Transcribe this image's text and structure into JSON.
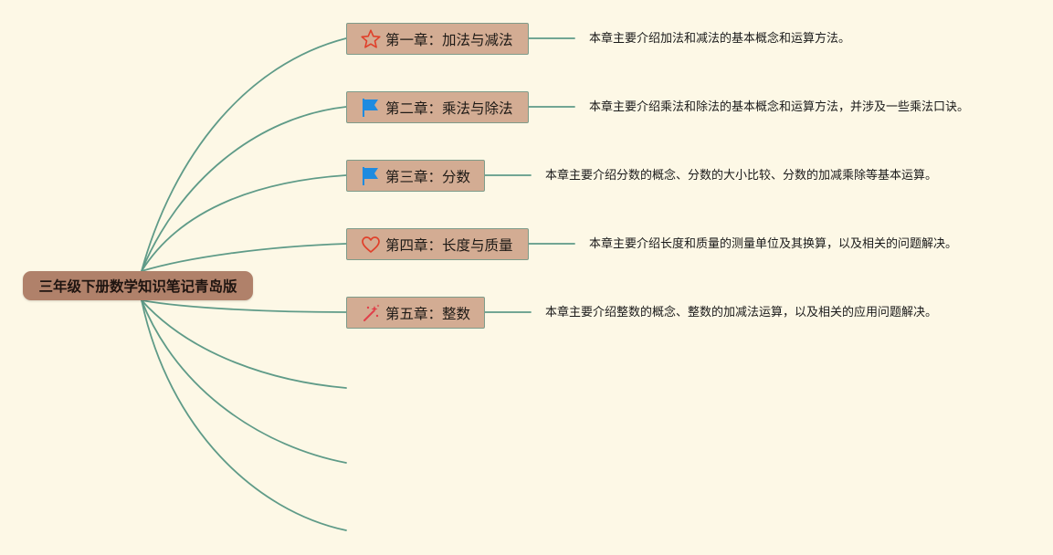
{
  "root": {
    "label": "三年级下册数学知识笔记青岛版"
  },
  "chapters": [
    {
      "label": "第一章：加法与减法",
      "icon": "star-icon",
      "icon_color": "#e0402a",
      "description": "本章主要介绍加法和减法的基本概念和运算方法。"
    },
    {
      "label": "第二章：乘法与除法",
      "icon": "flag-icon",
      "icon_color": "#1e8be0",
      "description": "本章主要介绍乘法和除法的基本概念和运算方法，并涉及一些乘法口诀。"
    },
    {
      "label": "第三章：分数",
      "icon": "flag-icon",
      "icon_color": "#1e8be0",
      "description": "本章主要介绍分数的概念、分数的大小比较、分数的加减乘除等基本运算。"
    },
    {
      "label": "第四章：长度与质量",
      "icon": "heart-icon",
      "icon_color": "#e0402a",
      "description": "本章主要介绍长度和质量的测量单位及其换算，以及相关的问题解决。"
    },
    {
      "label": "第五章：整数",
      "icon": "magic-wand-icon",
      "icon_color": "#e0404a",
      "description": "本章主要介绍整数的概念、整数的加减法运算，以及相关的应用问题解决。"
    }
  ],
  "colors": {
    "background": "#fdf8e6",
    "connector": "#5f9b88",
    "root_fill": "#b0816a",
    "node_fill": "#d3ac93",
    "node_border": "#7f9c8a"
  }
}
